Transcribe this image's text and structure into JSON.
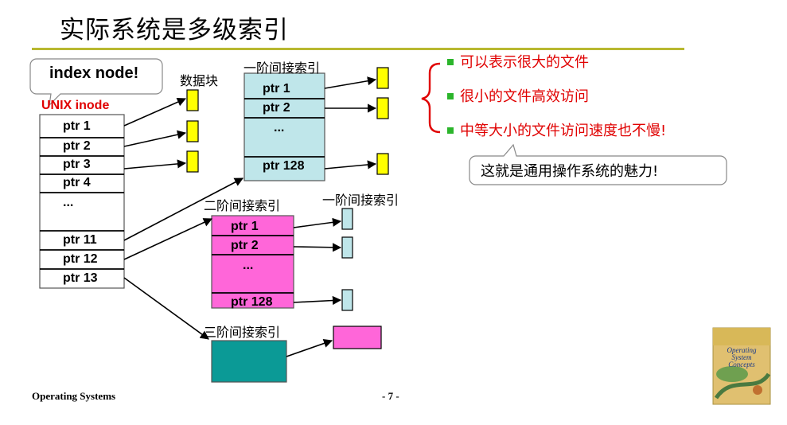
{
  "title": "实际系统是多级索引",
  "callout_index_node": "index node!",
  "unix_inode_label": "UNIX inode",
  "data_block_label": "数据块",
  "inode_ptrs": [
    "ptr 1",
    "ptr 2",
    "ptr 3",
    "ptr 4",
    "...",
    "ptr 11",
    "ptr 12",
    "ptr 13"
  ],
  "single_indirect": {
    "label": "一阶间接索引",
    "ptrs": [
      "ptr 1",
      "ptr 2",
      "...",
      "ptr 128"
    ]
  },
  "double_indirect": {
    "label": "二阶间接索引",
    "ptrs": [
      "ptr 1",
      "ptr 2",
      "...",
      "ptr 128"
    ]
  },
  "double_child_label": "一阶间接索引",
  "triple_indirect": {
    "label": "三阶间接索引"
  },
  "bullets": [
    "可以表示很大的文件",
    "很小的文件高效访问",
    "中等大小的文件访问速度也不慢!"
  ],
  "callout_charm": "这就是通用操作系统的魅力!",
  "footer_left": "Operating Systems",
  "page_number": "- 7 -",
  "book_cover_text": [
    "Operating",
    "System",
    "Concepts"
  ],
  "colors": {
    "inode_fill": "#ffffff",
    "single_fill": "#bfe6ea",
    "double_fill": "#ff66d9",
    "triple_fill": "#0b9a96",
    "data_block": "#ffff00",
    "small_block": "#bfe6ea",
    "pink_block": "#ff66d9",
    "bullet": "#2bb52b",
    "accent_red": "#e00000",
    "rule": "#b8b830"
  }
}
